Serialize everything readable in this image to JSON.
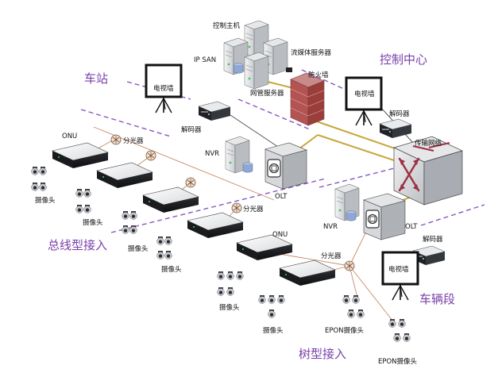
{
  "regions": {
    "station": "车站",
    "control_center": "控制中心",
    "bus_access": "总线型接入",
    "vehicle_section": "车辆段",
    "tree_access": "树型接入"
  },
  "control_center": {
    "host": "控制主机",
    "ip_san": "IP SAN",
    "streaming_server": "流媒体服务器",
    "nms_server": "网管服务器",
    "firewall": "防火墙",
    "tv_wall": "电视墙",
    "decoder": "解码器",
    "transport_network": "传输网络"
  },
  "station": {
    "tv_wall": "电视墙",
    "decoder": "解码器",
    "nvr": "NVR",
    "olt": "OLT",
    "splitter_1": "分光器",
    "splitter_2": "分光器",
    "onu": "ONU",
    "camera_1": "摄像头",
    "camera_2": "摄像头",
    "camera_3": "摄像头",
    "camera_4": "摄像头"
  },
  "vehicle": {
    "nvr": "NVR",
    "olt": "OLT",
    "splitter": "分光器",
    "onu": "ONU",
    "decoder": "解码器",
    "tv_wall": "电视墙",
    "camera": "摄像头",
    "epon_camera_1": "EPON摄像头",
    "epon_camera_2": "EPON摄像头"
  }
}
